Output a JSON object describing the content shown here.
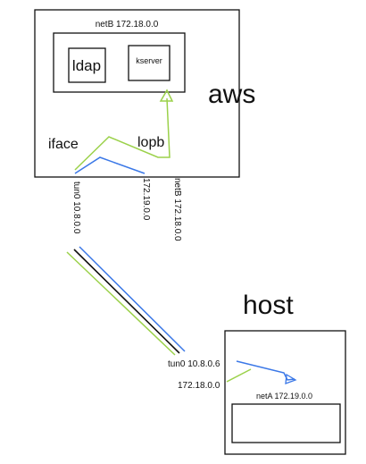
{
  "aws": {
    "title": "aws",
    "netB_box_label": "netB 172.18.0.0",
    "ldap": "ldap",
    "kserver": "kserver",
    "iface": "iface",
    "lopb": "lopb",
    "tun0": "tun0 10.8.0.0",
    "net_172_19": "172.19.0.0",
    "netB_vertical": "netB 172.18.0.0"
  },
  "host": {
    "title": "host",
    "tun0": "tun0 10.8.0.6",
    "net_172_18": "172.18.0.0",
    "netA_label": "netA 172.19.0.0"
  },
  "colors": {
    "blue": "#3b78e7",
    "green": "#9bd14a",
    "black": "#111111"
  }
}
